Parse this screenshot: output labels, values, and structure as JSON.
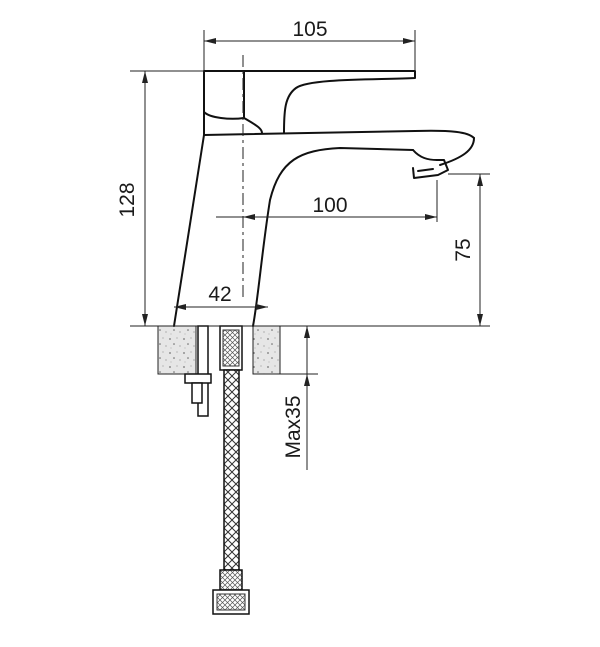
{
  "drawing": {
    "dimensions": {
      "top_width": "105",
      "total_height": "128",
      "spout_reach": "100",
      "spout_height": "75",
      "base_diameter": "42",
      "max_thickness": "Max35"
    },
    "colors": {
      "line": "#111111",
      "background": "#ffffff",
      "stone_fill": "#e6e6e6"
    }
  }
}
